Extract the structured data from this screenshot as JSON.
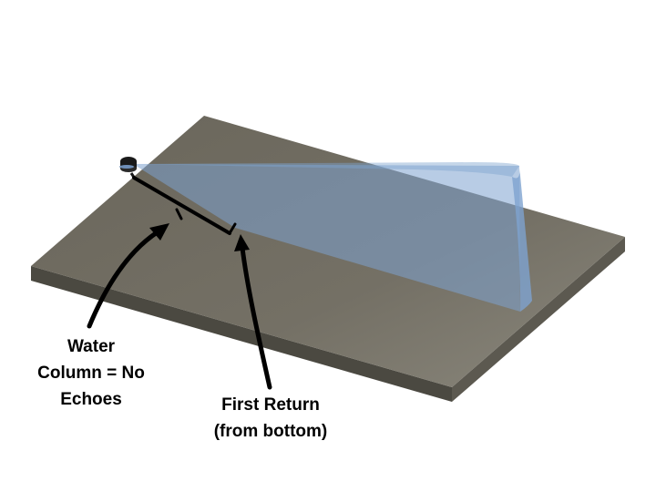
{
  "labels": {
    "water_column": [
      "Water",
      "Column = No",
      "Echoes"
    ],
    "first_return": [
      "First Return",
      "(from bottom)"
    ]
  },
  "colors": {
    "seafloor_top": "#706c61",
    "seafloor_front": "#4b4941",
    "seafloor_side": "#5c5950",
    "sonar_beam": "#7ea3cf",
    "transducer": "#1a1a1a",
    "annotation": "#000000"
  },
  "icons": {
    "transducer": "sonar-transducer-icon"
  }
}
